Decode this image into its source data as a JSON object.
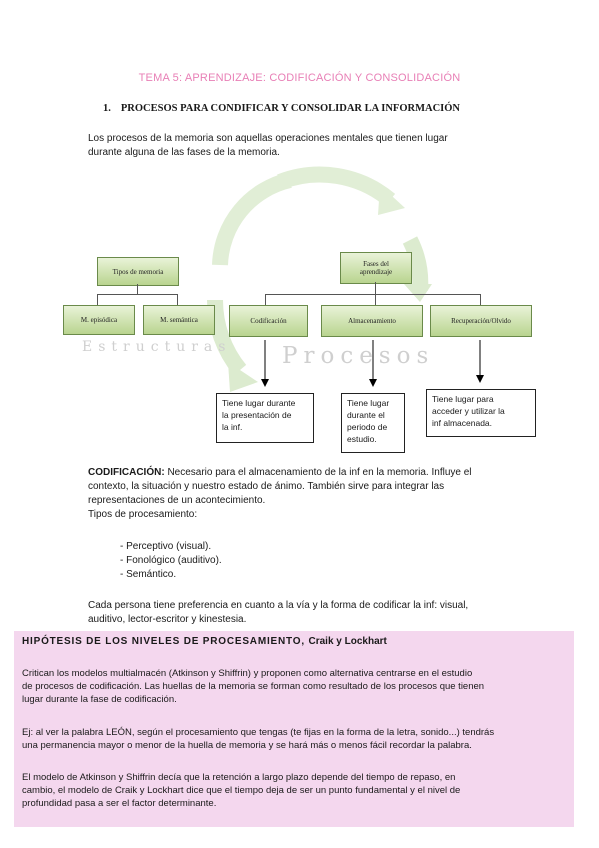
{
  "title": "TEMA 5: APRENDIZAJE: CODIFICACIÓN Y CONSOLIDACIÓN",
  "section": {
    "number": "1.",
    "title": "PROCESOS PARA CONDIFICAR Y CONSOLIDAR LA INFORMACIÓN"
  },
  "intro": [
    "Los procesos de la memoria son aquellas operaciones mentales que tienen lugar",
    "durante alguna de las fases de la memoria."
  ],
  "diagram": {
    "tipos": "Tipos de memoria",
    "episodica": "M. episódica",
    "semantica": "M. semántica",
    "fases": [
      "Fases del",
      "aprendizaje"
    ],
    "codificacion": "Codificación",
    "almacenamiento": "Almacenamiento",
    "recuperacion": "Recuperación/Olvido",
    "watermark_estructuras": "Estructuras",
    "watermark_procesos": "Procesos",
    "note1": [
      "Tiene lugar durante",
      "la presentación de",
      "la inf."
    ],
    "note2": [
      "Tiene lugar",
      "durante el",
      "periodo de",
      "estudio."
    ],
    "note3": [
      "Tiene lugar para",
      "acceder y utilizar la",
      "inf almacenada."
    ]
  },
  "codificacion": {
    "label": "CODIFICACIÓN:",
    "lines": [
      " Necesario para el almacenamiento de la inf en la memoria. Influye el",
      "contexto, la situación y nuestro estado de ánimo.  También sirve para integrar las",
      "representaciones de un acontecimiento."
    ],
    "tipos_label": "Tipos de procesamiento:",
    "tipos": [
      "Perceptivo (visual).",
      "Fonológico (auditivo).",
      "Semántico."
    ],
    "pref": [
      "Cada persona tiene preferencia en cuanto a la vía y la forma de codificar la inf: visual,",
      "auditivo, lector-escritor y kinestesia."
    ]
  },
  "hipotesis": {
    "title": "HIPÓTESIS DE LOS NIVELES DE PROCESAMIENTO,",
    "authors": "Craik y Lockhart",
    "p1": [
      "Critican los modelos multialmacén (Atkinson y Shiffrin) y proponen como alternativa centrarse en el estudio",
      "de procesos de codificación.  Las huellas de la memoria se forman como resultado de los procesos que tienen",
      "lugar durante la fase de codificación."
    ],
    "p2": [
      "Ej: al ver la palabra LEÓN, según el procesamiento que tengas (te fijas en la forma de la letra, sonido...) tendrás",
      "una permanencia mayor o menor de la huella de memoria y se hará más o menos fácil recordar la palabra."
    ],
    "p3": [
      "El modelo de Atkinson y Shiffrin decía que la retención a largo plazo depende del tiempo de repaso, en",
      "cambio, el modelo de Craik y Lockhart dice que el tiempo deja de ser un punto fundamental y el nivel de",
      "profundidad pasa a ser el factor determinante."
    ]
  },
  "colors": {
    "title_pink": "#e87fb6",
    "box_pink": "#f4d7ee",
    "box_green": "#b9d48f"
  }
}
